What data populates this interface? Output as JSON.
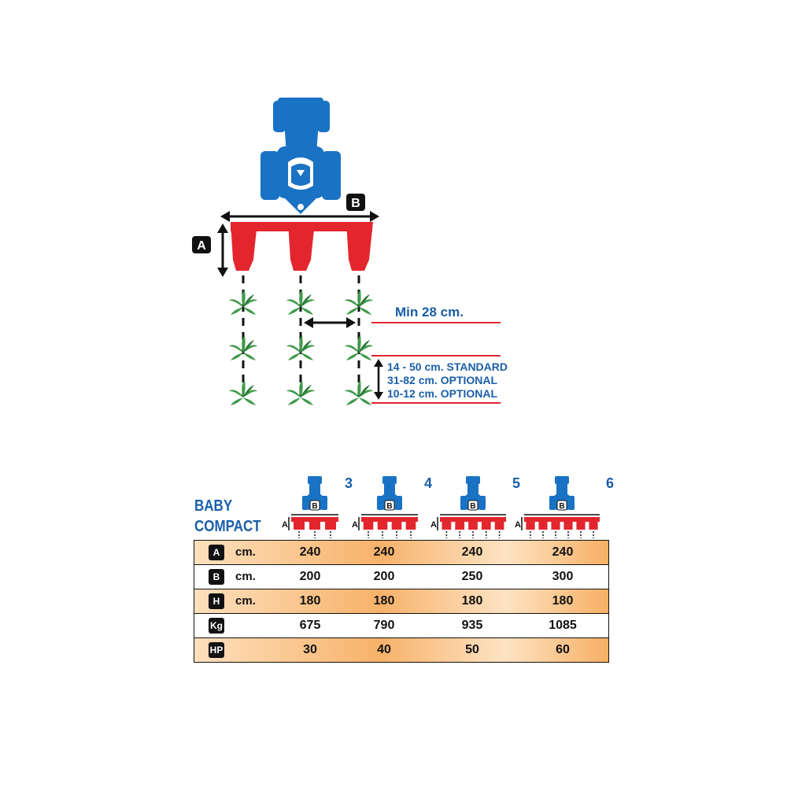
{
  "diagram": {
    "label_a": "A",
    "label_b": "B",
    "min_spacing": "Min 28 cm.",
    "row_spacing": [
      "14 - 50 cm. STANDARD",
      "31-82 cm. OPTIONAL",
      "10-12 cm. OPTIONAL"
    ],
    "colors": {
      "tractor": "#1a72c4",
      "frame": "#e3262e",
      "plant": "#3f9a4a",
      "accent": "#1a5fa8"
    }
  },
  "models": {
    "title_line1": "BABY",
    "title_line2": "COMPACT",
    "label_a": "A",
    "label_b": "B",
    "units": [
      "3",
      "4",
      "5",
      "6"
    ]
  },
  "table": {
    "rows": [
      {
        "icon": "A",
        "icon_name": "a-dimension-icon",
        "unit": "cm.",
        "values": [
          "240",
          "240",
          "240",
          "240"
        ]
      },
      {
        "icon": "B",
        "icon_name": "b-dimension-icon",
        "unit": "cm.",
        "values": [
          "200",
          "200",
          "250",
          "300"
        ]
      },
      {
        "icon": "H",
        "icon_name": "height-icon",
        "unit": "cm.",
        "values": [
          "180",
          "180",
          "180",
          "180"
        ]
      },
      {
        "icon": "Kg",
        "icon_name": "weight-icon",
        "unit": "",
        "values": [
          "675",
          "790",
          "935",
          "1085"
        ]
      },
      {
        "icon": "HP",
        "icon_name": "power-icon",
        "unit": "",
        "values": [
          "30",
          "40",
          "50",
          "60"
        ]
      }
    ]
  }
}
